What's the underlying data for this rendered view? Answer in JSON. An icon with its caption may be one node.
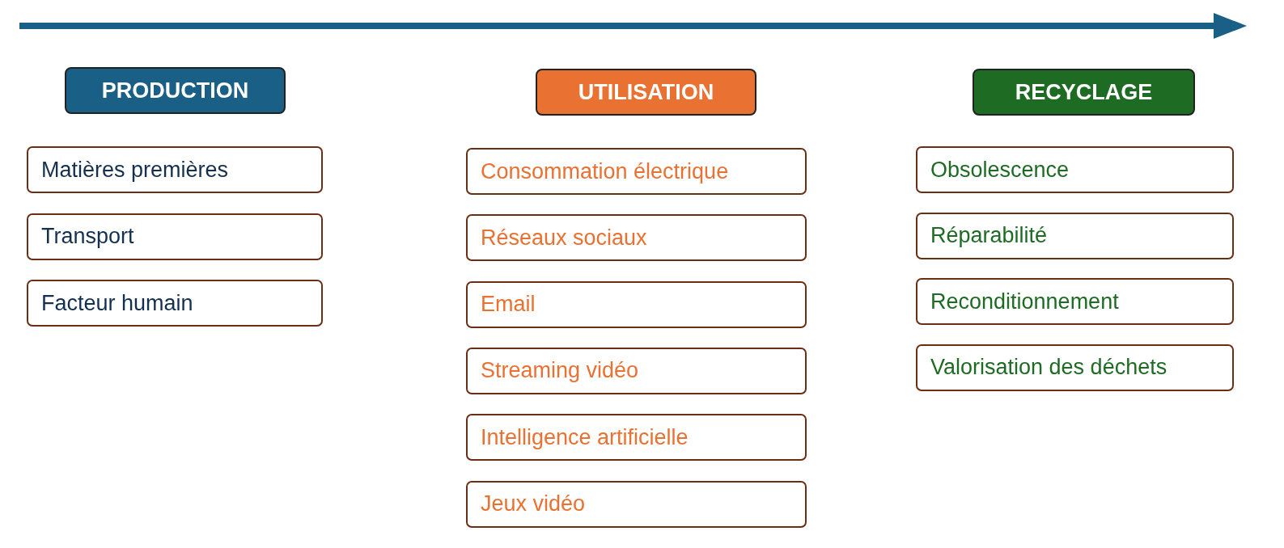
{
  "diagram": {
    "nodes": [
      {
        "text": [
          "PRODUCTION"
        ]
      },
      {
        "text": [
          "Matières premières"
        ]
      },
      {
        "text": [
          "Transport"
        ]
      },
      {
        "text": [
          "Facteur humain"
        ]
      },
      {
        "text": [
          "UTILISATION"
        ]
      },
      {
        "text": [
          "Consommation électrique"
        ]
      },
      {
        "text": [
          "Réseaux sociaux"
        ]
      },
      {
        "text": [
          "Email"
        ]
      },
      {
        "text": [
          "Streaming vidéo"
        ]
      },
      {
        "text": [
          "Intelligence artificielle"
        ]
      },
      {
        "text": [
          "Jeux vidéo"
        ]
      },
      {
        "text": [
          "RECYCLAGE"
        ]
      },
      {
        "text": [
          "Obsolescence"
        ]
      },
      {
        "text": [
          "Réparabilité"
        ]
      },
      {
        "text": [
          "Reconditionnement"
        ]
      },
      {
        "text": [
          "Valorisation des déchets"
        ]
      }
    ]
  }
}
